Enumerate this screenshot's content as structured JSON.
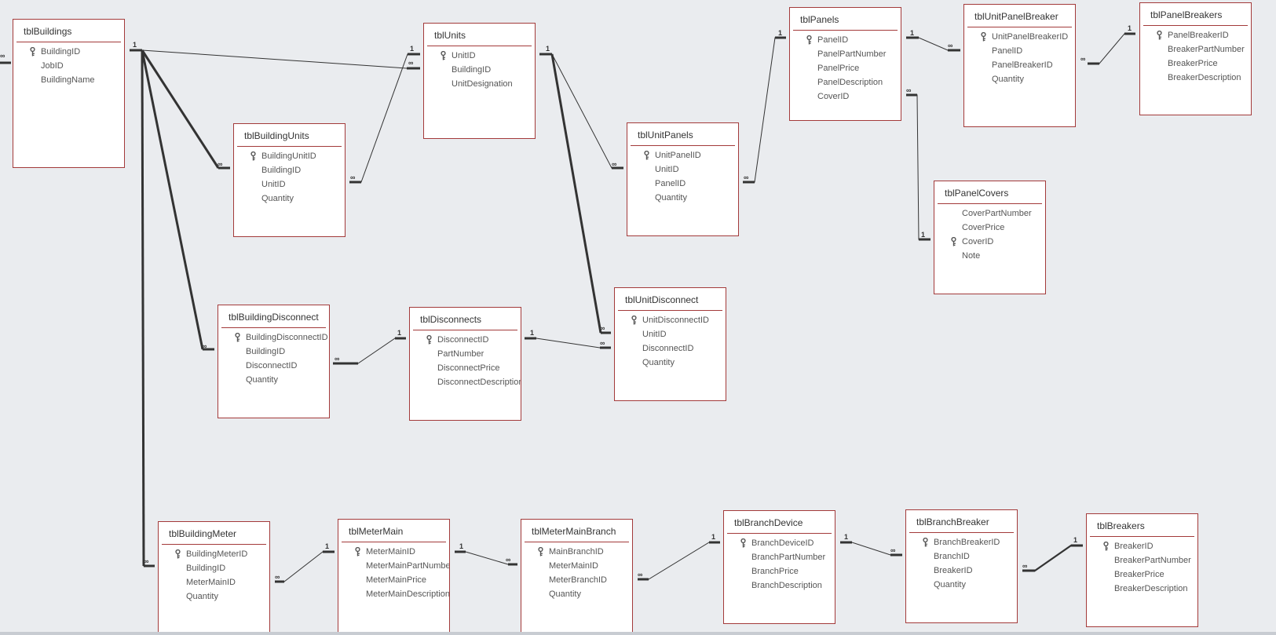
{
  "diagram": {
    "tables": [
      {
        "id": "tblBuildings",
        "name": "tblBuildings",
        "fields": [
          {
            "name": "BuildingID",
            "key": true
          },
          {
            "name": "JobID",
            "key": false
          },
          {
            "name": "BuildingName",
            "key": false
          }
        ]
      },
      {
        "id": "tblUnits",
        "name": "tblUnits",
        "fields": [
          {
            "name": "UnitID",
            "key": true
          },
          {
            "name": "BuildingID",
            "key": false
          },
          {
            "name": "UnitDesignation",
            "key": false
          }
        ]
      },
      {
        "id": "tblPanels",
        "name": "tblPanels",
        "fields": [
          {
            "name": "PanelID",
            "key": true
          },
          {
            "name": "PanelPartNumber",
            "key": false
          },
          {
            "name": "PanelPrice",
            "key": false
          },
          {
            "name": "PanelDescription",
            "key": false
          },
          {
            "name": "CoverID",
            "key": false
          }
        ]
      },
      {
        "id": "tblUnitPanelBreaker",
        "name": "tblUnitPanelBreaker",
        "fields": [
          {
            "name": "UnitPanelBreakerID",
            "key": true
          },
          {
            "name": "PanelID",
            "key": false
          },
          {
            "name": "PanelBreakerID",
            "key": false
          },
          {
            "name": "Quantity",
            "key": false
          }
        ]
      },
      {
        "id": "tblPanelBreakers",
        "name": "tblPanelBreakers",
        "fields": [
          {
            "name": "PanelBreakerID",
            "key": true
          },
          {
            "name": "BreakerPartNumber",
            "key": false
          },
          {
            "name": "BreakerPrice",
            "key": false
          },
          {
            "name": "BreakerDescription",
            "key": false
          }
        ]
      },
      {
        "id": "tblBuildingUnits",
        "name": "tblBuildingUnits",
        "fields": [
          {
            "name": "BuildingUnitID",
            "key": true
          },
          {
            "name": "BuildingID",
            "key": false
          },
          {
            "name": "UnitID",
            "key": false
          },
          {
            "name": "Quantity",
            "key": false
          }
        ]
      },
      {
        "id": "tblUnitPanels",
        "name": "tblUnitPanels",
        "fields": [
          {
            "name": "UnitPanelID",
            "key": true
          },
          {
            "name": "UnitID",
            "key": false
          },
          {
            "name": "PanelID",
            "key": false
          },
          {
            "name": "Quantity",
            "key": false
          }
        ]
      },
      {
        "id": "tblPanelCovers",
        "name": "tblPanelCovers",
        "fields": [
          {
            "name": "CoverPartNumber",
            "key": false
          },
          {
            "name": "CoverPrice",
            "key": false
          },
          {
            "name": "CoverID",
            "key": true
          },
          {
            "name": "Note",
            "key": false
          }
        ]
      },
      {
        "id": "tblBuildingDisconnect",
        "name": "tblBuildingDisconnect",
        "fields": [
          {
            "name": "BuildingDisconnectID",
            "key": true
          },
          {
            "name": "BuildingID",
            "key": false
          },
          {
            "name": "DisconnectID",
            "key": false
          },
          {
            "name": "Quantity",
            "key": false
          }
        ]
      },
      {
        "id": "tblDisconnects",
        "name": "tblDisconnects",
        "fields": [
          {
            "name": "DisconnectID",
            "key": true
          },
          {
            "name": "PartNumber",
            "key": false
          },
          {
            "name": "DisconnectPrice",
            "key": false
          },
          {
            "name": "DisconnectDescription",
            "key": false
          }
        ]
      },
      {
        "id": "tblUnitDisconnect",
        "name": "tblUnitDisconnect",
        "fields": [
          {
            "name": "UnitDisconnectID",
            "key": true
          },
          {
            "name": "UnitID",
            "key": false
          },
          {
            "name": "DisconnectID",
            "key": false
          },
          {
            "name": "Quantity",
            "key": false
          }
        ]
      },
      {
        "id": "tblBuildingMeter",
        "name": "tblBuildingMeter",
        "fields": [
          {
            "name": "BuildingMeterID",
            "key": true
          },
          {
            "name": "BuildingID",
            "key": false
          },
          {
            "name": "MeterMainID",
            "key": false
          },
          {
            "name": "Quantity",
            "key": false
          }
        ]
      },
      {
        "id": "tblMeterMain",
        "name": "tblMeterMain",
        "fields": [
          {
            "name": "MeterMainID",
            "key": true
          },
          {
            "name": "MeterMainPartNumber",
            "key": false
          },
          {
            "name": "MeterMainPrice",
            "key": false
          },
          {
            "name": "MeterMainDescription",
            "key": false
          }
        ]
      },
      {
        "id": "tblMeterMainBranch",
        "name": "tblMeterMainBranch",
        "fields": [
          {
            "name": "MainBranchID",
            "key": true
          },
          {
            "name": "MeterMainID",
            "key": false
          },
          {
            "name": "MeterBranchID",
            "key": false
          },
          {
            "name": "Quantity",
            "key": false
          }
        ]
      },
      {
        "id": "tblBranchDevice",
        "name": "tblBranchDevice",
        "fields": [
          {
            "name": "BranchDeviceID",
            "key": true
          },
          {
            "name": "BranchPartNumber",
            "key": false
          },
          {
            "name": "BranchPrice",
            "key": false
          },
          {
            "name": "BranchDescription",
            "key": false
          }
        ]
      },
      {
        "id": "tblBranchBreaker",
        "name": "tblBranchBreaker",
        "fields": [
          {
            "name": "BranchBreakerID",
            "key": true
          },
          {
            "name": "BranchID",
            "key": false
          },
          {
            "name": "BreakerID",
            "key": false
          },
          {
            "name": "Quantity",
            "key": false
          }
        ]
      },
      {
        "id": "tblBreakers",
        "name": "tblBreakers",
        "fields": [
          {
            "name": "BreakerID",
            "key": true
          },
          {
            "name": "BreakerPartNumber",
            "key": false
          },
          {
            "name": "BreakerPrice",
            "key": false
          },
          {
            "name": "BreakerDescription",
            "key": false
          }
        ]
      }
    ],
    "relationships": [
      {
        "id": "rel-buildings-external",
        "one": "",
        "many": "∞"
      },
      {
        "id": "rel-buildings-units",
        "one": "1",
        "many": "∞"
      },
      {
        "id": "rel-buildings-buildingunits",
        "one": "",
        "many": "∞"
      },
      {
        "id": "rel-units-buildingunits",
        "one": "1",
        "many": "∞"
      },
      {
        "id": "rel-buildings-buildingdisconnect",
        "one": "",
        "many": "∞"
      },
      {
        "id": "rel-buildings-buildingmeter",
        "one": "",
        "many": "∞"
      },
      {
        "id": "rel-units-unitpanels",
        "one": "1",
        "many": "∞"
      },
      {
        "id": "rel-units-unitdisconnect",
        "one": "",
        "many": "∞"
      },
      {
        "id": "rel-panels-unitpanels",
        "one": "1",
        "many": "∞"
      },
      {
        "id": "rel-panels-unitpanelbreaker",
        "one": "1",
        "many": "∞"
      },
      {
        "id": "rel-panelbreakers-unitpanelbreaker",
        "one": "1",
        "many": "∞"
      },
      {
        "id": "rel-panelcovers-panels",
        "one": "1",
        "many": "∞"
      },
      {
        "id": "rel-disconnects-buildingdisconnect",
        "one": "1",
        "many": "∞"
      },
      {
        "id": "rel-disconnects-unitdisconnect",
        "one": "1",
        "many": "∞"
      },
      {
        "id": "rel-metermain-buildingmeter",
        "one": "1",
        "many": "∞"
      },
      {
        "id": "rel-metermain-metermainbranch",
        "one": "1",
        "many": "∞"
      },
      {
        "id": "rel-branchdevice-metermainbranch",
        "one": "1",
        "many": "∞"
      },
      {
        "id": "rel-branchdevice-branchbreaker",
        "one": "1",
        "many": "∞"
      },
      {
        "id": "rel-breakers-branchbreaker",
        "one": "1",
        "many": "∞"
      }
    ]
  }
}
